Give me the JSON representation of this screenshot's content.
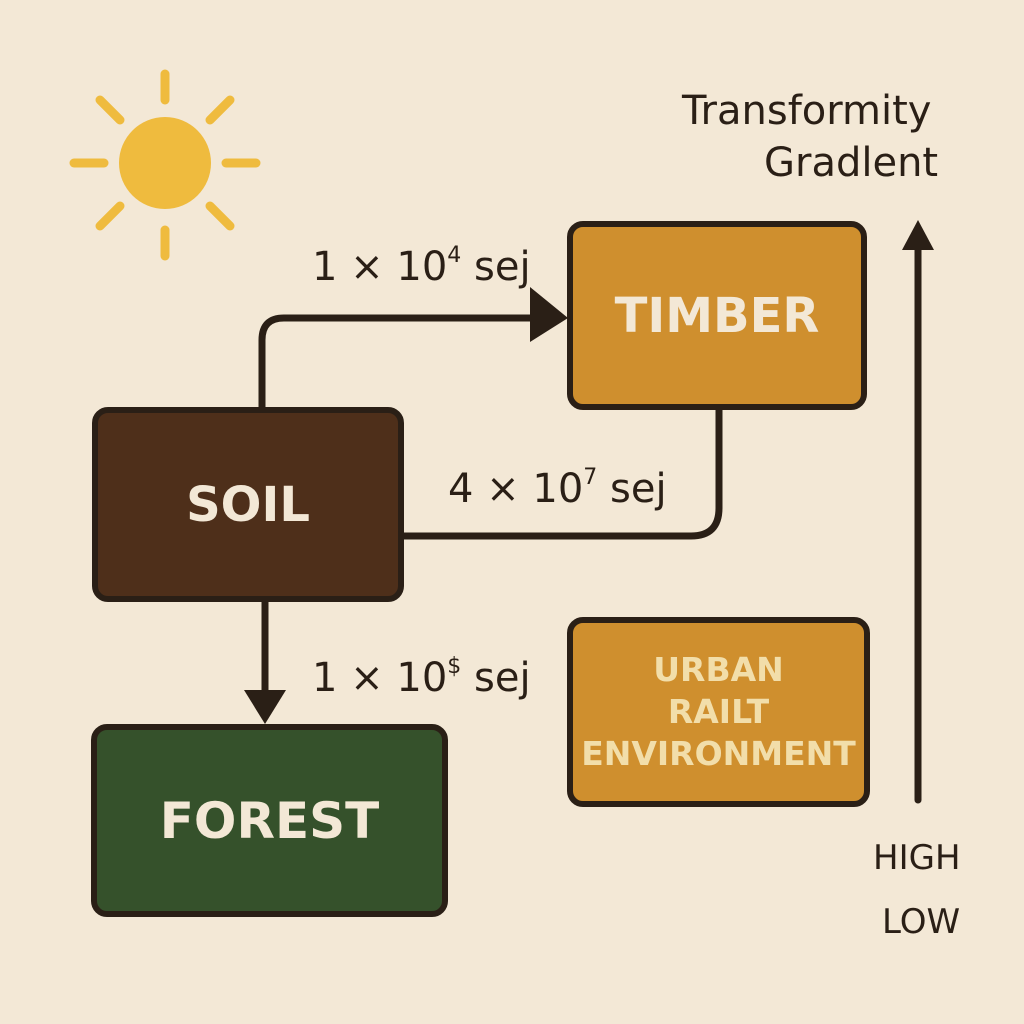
{
  "colors": {
    "background": "#f3e8d6",
    "ink": "#2a1f16",
    "sun": "#efbb3e",
    "soil": "#4e2f1a",
    "timber": "#cf8f2e",
    "urban": "#cf8f2e",
    "forest": "#35512b",
    "label_text": "#f3e8d6",
    "urban_text": "#f2deaa"
  },
  "icons": {
    "sun": "sun-icon"
  },
  "title": {
    "line1": "Transformity",
    "line2": "Gradlent"
  },
  "nodes": {
    "timber": {
      "label": "TIMBER"
    },
    "soil": {
      "label": "SOIL"
    },
    "forest": {
      "label": "FOREST"
    },
    "urban": {
      "line1": "URBAN",
      "line2": "RAILT",
      "line3": "ENVIRONMENT"
    }
  },
  "flows": {
    "soil_to_timber": {
      "base": "1 × 10",
      "exponent": "4",
      "unit": "sej"
    },
    "timber_to_soil": {
      "base": "4 × 10",
      "exponent": "7",
      "unit": "sej"
    },
    "soil_to_forest": {
      "base": "1 × 10",
      "exponent": "$",
      "unit": "sej"
    }
  },
  "scale": {
    "high": "HIGH",
    "low": "LOW"
  }
}
